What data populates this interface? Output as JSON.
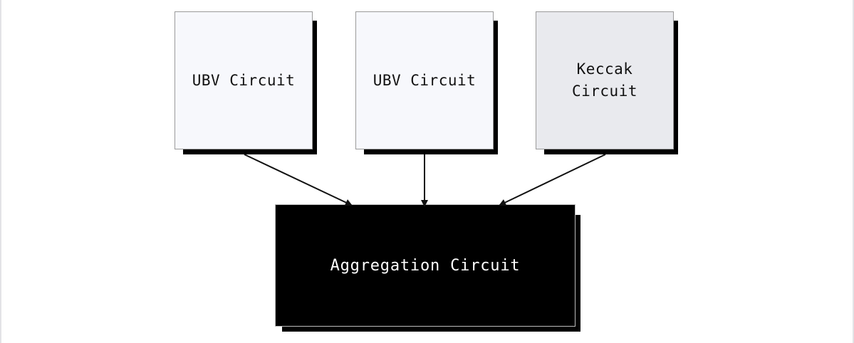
{
  "diagram": {
    "sources": [
      {
        "label": "UBV Circuit",
        "fill": "#f7f8fc"
      },
      {
        "label": "UBV Circuit",
        "fill": "#f7f8fc"
      },
      {
        "label": "Keccak\nCircuit",
        "fill": "#e9eaee"
      }
    ],
    "target": {
      "label": "Aggregation Circuit",
      "fill": "#000000",
      "text_color": "#ffffff"
    },
    "edges": [
      {
        "from": "sources.0",
        "to": "target"
      },
      {
        "from": "sources.1",
        "to": "target"
      },
      {
        "from": "sources.2",
        "to": "target"
      }
    ]
  }
}
